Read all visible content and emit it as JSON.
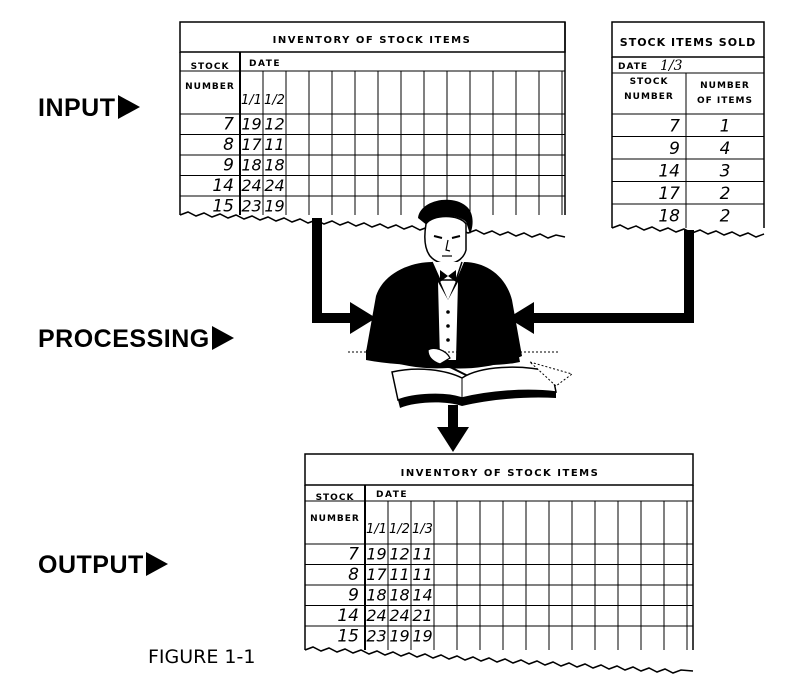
{
  "labels": {
    "input": "INPUT",
    "processing": "PROCESSING",
    "output": "OUTPUT",
    "figure": "FIGURE 1-1"
  },
  "inventory_input": {
    "title": "INVENTORY OF STOCK ITEMS",
    "col_stock": "STOCK",
    "col_number": "NUMBER",
    "col_date": "DATE",
    "dates": [
      "1/1",
      "1/2"
    ],
    "rows": [
      {
        "stock": "7",
        "values": [
          "19",
          "12"
        ]
      },
      {
        "stock": "8",
        "values": [
          "17",
          "11"
        ]
      },
      {
        "stock": "9",
        "values": [
          "18",
          "18"
        ]
      },
      {
        "stock": "14",
        "values": [
          "24",
          "24"
        ]
      },
      {
        "stock": "15",
        "values": [
          "23",
          "19"
        ]
      }
    ]
  },
  "stock_sold": {
    "title": "STOCK ITEMS SOLD",
    "date_label": "DATE",
    "date_value": "1/3",
    "col_stock": "STOCK",
    "col_number": "NUMBER",
    "col_number_of": "NUMBER",
    "col_items": "OF ITEMS",
    "rows": [
      {
        "stock": "7",
        "items": "1"
      },
      {
        "stock": "9",
        "items": "4"
      },
      {
        "stock": "14",
        "items": "3"
      },
      {
        "stock": "17",
        "items": "2"
      },
      {
        "stock": "18",
        "items": "2"
      }
    ]
  },
  "inventory_output": {
    "title": "INVENTORY OF STOCK ITEMS",
    "col_stock": "STOCK",
    "col_number": "NUMBER",
    "col_date": "DATE",
    "dates": [
      "1/1",
      "1/2",
      "1/3"
    ],
    "rows": [
      {
        "stock": "7",
        "values": [
          "19",
          "12",
          "11"
        ]
      },
      {
        "stock": "8",
        "values": [
          "17",
          "11",
          "11"
        ]
      },
      {
        "stock": "9",
        "values": [
          "18",
          "18",
          "14"
        ]
      },
      {
        "stock": "14",
        "values": [
          "24",
          "24",
          "21"
        ]
      },
      {
        "stock": "15",
        "values": [
          "23",
          "19",
          "19"
        ]
      }
    ]
  }
}
